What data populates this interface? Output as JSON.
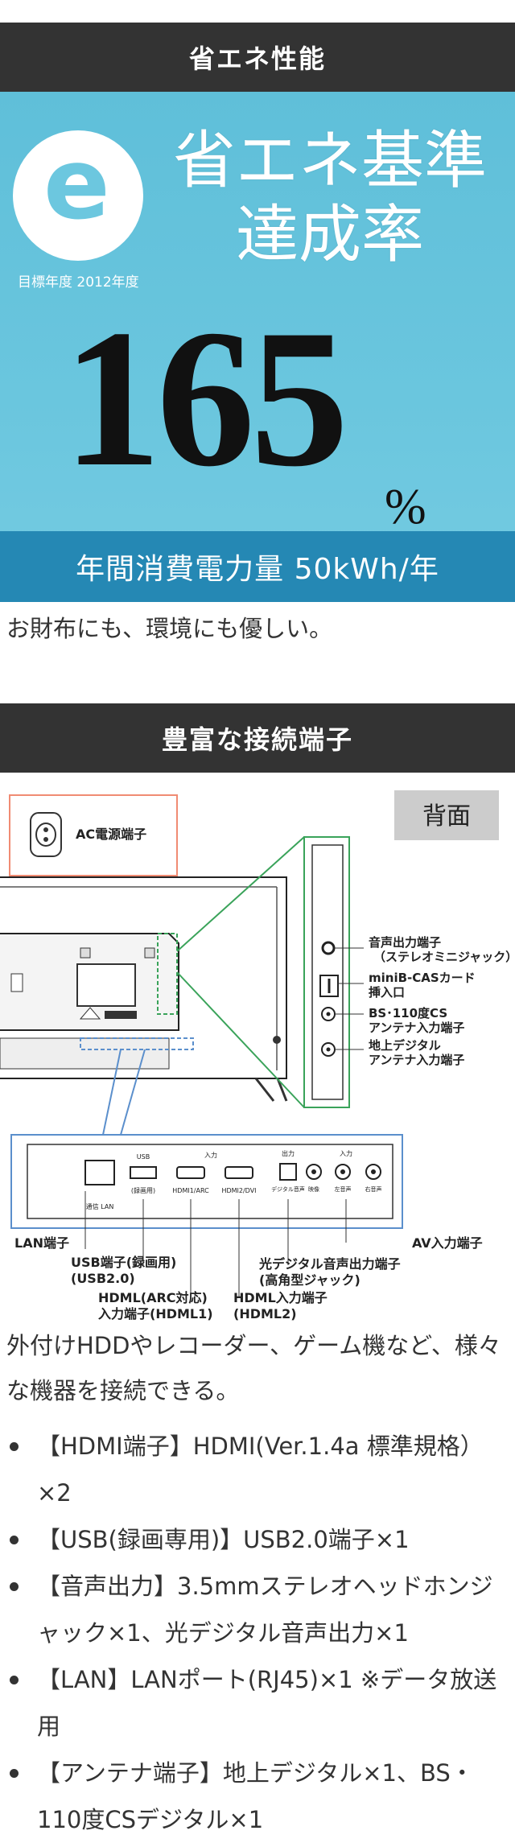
{
  "section1": {
    "header": "省エネ性能",
    "eco_title_line1": "省エネ基準",
    "eco_title_line2": "達成率",
    "target_year": "目標年度 2012年度",
    "rate_value": "165",
    "rate_unit": "%",
    "annual_power": "年間消費電力量 50kWh/年",
    "caption": "お財布にも、環境にも優しい。",
    "colors": {
      "panel": "#6ac6de",
      "bar": "#2588b4",
      "header": "#333333"
    },
    "icon": "eco-e-logo"
  },
  "section2": {
    "header": "豊富な接続端子",
    "back_label": "背面",
    "ac_label": "AC電源端子",
    "side_ports": [
      {
        "label1": "音声出力端子",
        "label2": "（ステレオミニジャック）"
      },
      {
        "label1": "miniB-CASカード",
        "label2": "挿入口"
      },
      {
        "label1": "BS･110度CS",
        "label2": "アンテナ入力端子"
      },
      {
        "label1": "地上デジタル",
        "label2": "アンテナ入力端子"
      }
    ],
    "bottom_ports": {
      "lan": "LAN端子",
      "usb1": "USB端子(録画用)",
      "usb2": "(USB2.0)",
      "hdmi1a": "HDML(ARC対応)",
      "hdmi1b": "入力端子(HDML1)",
      "hdmi2a": "HDML入力端子",
      "hdmi2b": "(HDML2)",
      "optical1": "光デジタル音声出力端子",
      "optical2": "(高角型ジャック)",
      "av": "AV入力端子"
    },
    "panel_small_labels": {
      "lan_port": "通信 LAN",
      "usb_top": "USB",
      "usb_bottom": "(録画用)",
      "hdmi_top": "入力",
      "hdmi1": "HDMI1/ARC",
      "hdmi2": "HDMI2/DVI",
      "out": "出力",
      "in": "入力",
      "optical": "デジタル音声",
      "video": "映像",
      "left": "左音声",
      "right": "右音声"
    },
    "intro": "外付けHDDやレコーダー、ゲーム機など、様々な機器を接続できる。",
    "specs": [
      "【HDMI端子】HDMI(Ver.1.4a 標準規格）×2",
      "【USB(録画専用)】USB2.0端子×1",
      "【音声出力】3.5mmステレオヘッドホンジャック×1、光デジタル音声出力×1",
      "【LAN】LANポート(RJ45)×1 ※データ放送用",
      "【アンテナ端子】地上デジタル×1、BS・110度CSデジタル×1"
    ]
  }
}
